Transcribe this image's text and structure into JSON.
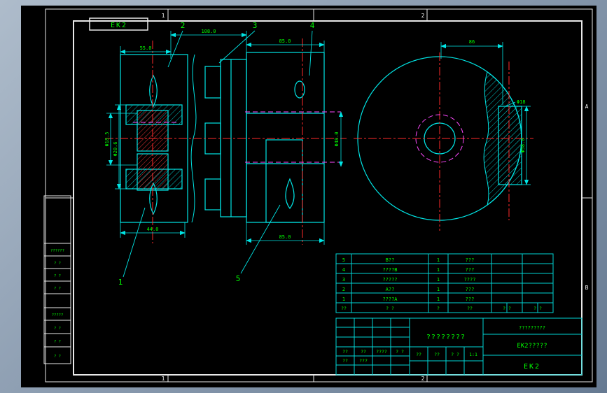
{
  "colors": {
    "geometry": "#00e5e5",
    "centerline": "#ff2a2a",
    "phantom": "#ff4aff",
    "text": "#00ff00",
    "frame": "#e8e8e8",
    "canvas": "#000000"
  },
  "corner_box": {
    "label": "EK2"
  },
  "zones": {
    "t1": "1",
    "t2": "2",
    "b1": "1",
    "b2": "2",
    "ra": "A",
    "rb": "B"
  },
  "balloons": {
    "n1": "1",
    "n2": "2",
    "n3": "3",
    "n4": "4",
    "n5": "5"
  },
  "dims": {
    "w55": "55.0",
    "w108": "108.0",
    "w85_top": "85.0",
    "w86": "86",
    "d185": "Φ18.5",
    "d206": "Φ20.6",
    "d480": "Φ48.0",
    "w44": "44.0",
    "w85_bot": "85.0",
    "d18": "Φ18",
    "d580": "Φ58.0"
  },
  "parts_table": {
    "rows": [
      {
        "no": "5",
        "name": "B??",
        "qty": "1",
        "material": "???"
      },
      {
        "no": "4",
        "name": "????B",
        "qty": "1",
        "material": "???"
      },
      {
        "no": "3",
        "name": "?????",
        "qty": "1",
        "material": "????"
      },
      {
        "no": "2",
        "name": "A??",
        "qty": "1",
        "material": "???"
      },
      {
        "no": "1",
        "name": "????A",
        "qty": "1",
        "material": "???"
      }
    ],
    "header": {
      "c0": "??",
      "c1": "? ?",
      "c2": "?",
      "c3": "??",
      "c4": "? ?",
      "c5": "? ?"
    }
  },
  "title_block": {
    "title": "????????",
    "company": "?????????",
    "product": "EK2?????",
    "number": "EK2",
    "cells": {
      "design": "??",
      "check": "??",
      "date": "????",
      "page": "? ?",
      "audit": "??",
      "approve": "???",
      "m1": "??",
      "m2": "??",
      "m3": "? ?",
      "scale": "1:1"
    }
  },
  "revision_strip": {
    "header": "??????",
    "r1": "? ?",
    "r2": "? ?",
    "r3": "? ?",
    "mid": "?????",
    "r5": "? ?",
    "r6": "? ?",
    "r7": "? ?"
  }
}
